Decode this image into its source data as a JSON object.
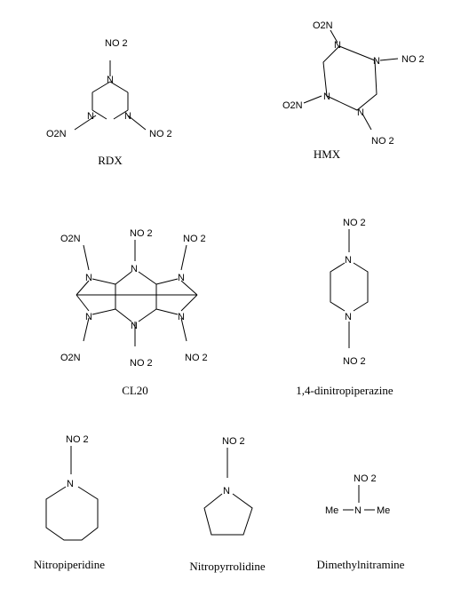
{
  "structures": [
    {
      "id": "rdx",
      "name": "RDX"
    },
    {
      "id": "hmx",
      "name": "HMX"
    },
    {
      "id": "cl20",
      "name": "CL20"
    },
    {
      "id": "dnp",
      "name": "1,4-dinitropiperazine"
    },
    {
      "id": "npip",
      "name": "Nitropiperidine"
    },
    {
      "id": "npyr",
      "name": "Nitropyrrolidine"
    },
    {
      "id": "dmna",
      "name": "Dimethylnitramine"
    }
  ],
  "atoms": {
    "N": "N",
    "NO2": "NO 2",
    "O2N": "O2N",
    "Me": "Me"
  }
}
